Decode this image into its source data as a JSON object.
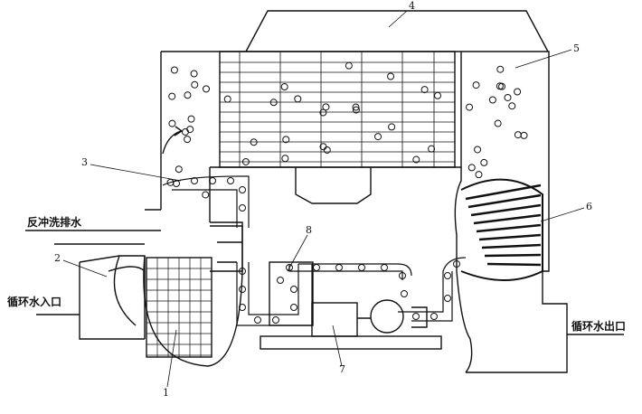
{
  "labels": {
    "backwash_drain": "反冲洗排水",
    "inlet": "循环水入口",
    "outlet": "循环水出口"
  },
  "callouts": [
    "1",
    "2",
    "3",
    "4",
    "5",
    "6",
    "7",
    "8"
  ],
  "colors": {
    "ink": "#111111",
    "paper": "#ffffff"
  }
}
